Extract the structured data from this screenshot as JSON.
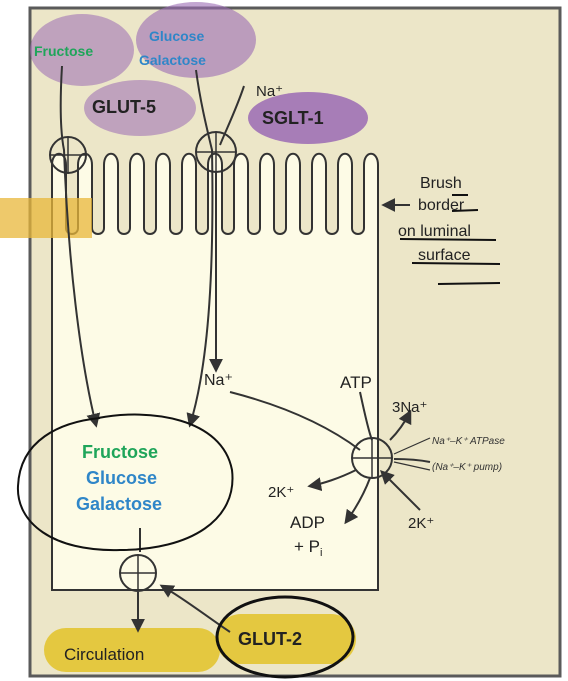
{
  "labels": {
    "fructose_top": "Fructose",
    "glucose_top": "Glucose",
    "galactose_top": "Galactose",
    "glut5": "GLUT-5",
    "na_plus_top": "Na⁺",
    "sglt1": "SGLT-1",
    "brush_border": [
      "Brush",
      "border",
      "on luminal",
      "surface"
    ],
    "na_plus_mid": "Na⁺",
    "atp": "ATP",
    "three_na": "3Na⁺",
    "pump_line1": "Na⁺–K⁺ ATPase",
    "pump_line2": "(Na⁺–K⁺ pump)",
    "two_k_left": "2K⁺",
    "two_k_right": "2K⁺",
    "adp": "ADP",
    "plus_pi": "+ P",
    "pi_sub": "i",
    "fructose_cell": "Fructose",
    "glucose_cell": "Glucose",
    "galactose_cell": "Galactose",
    "circulation": "Circulation",
    "glut2": "GLUT-2"
  },
  "colors": {
    "background": "#ece6c8",
    "border": "#555555",
    "cell_fill": "#fdfbe6",
    "highlight_purple": "#9b6ab4",
    "highlight_yellow": "#e3c431",
    "fructose_green": "#1fa55a",
    "glucose_blue": "#2f86c8"
  }
}
